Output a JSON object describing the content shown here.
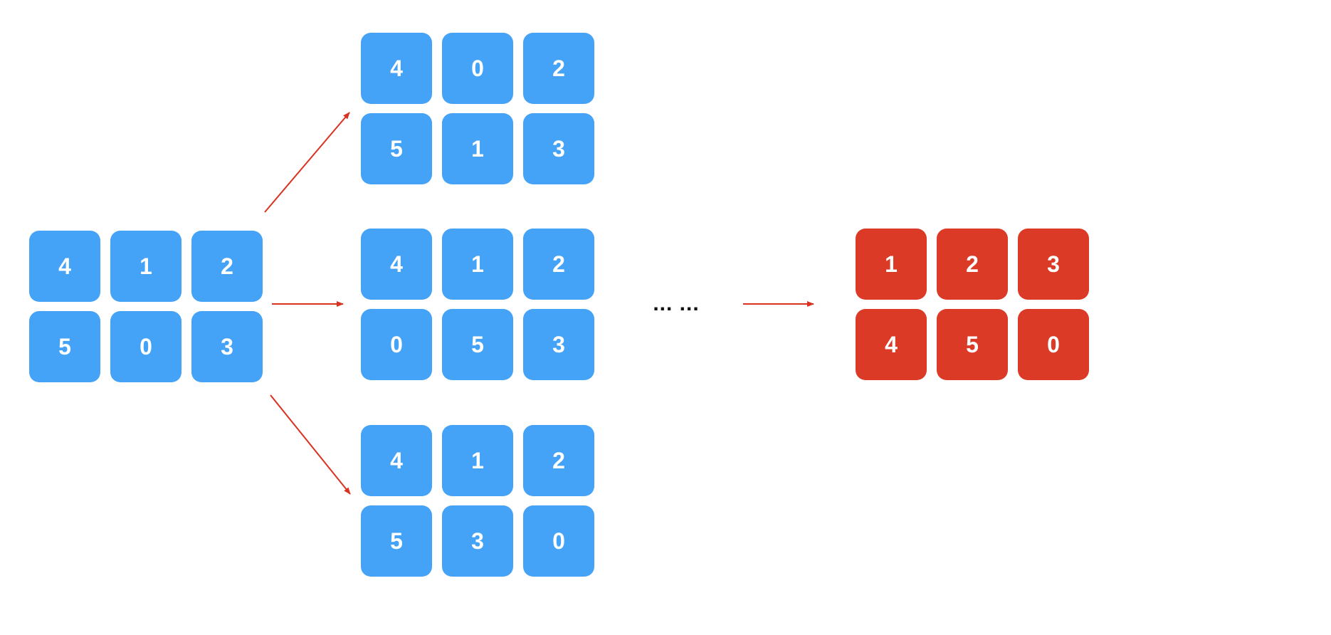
{
  "colors": {
    "state_tile": "#44a2f7",
    "goal_tile": "#db3a27",
    "arrow": "#d9321f",
    "tile_text": "#ffffff"
  },
  "grids": {
    "start": {
      "rows": [
        [
          "4",
          "1",
          "2"
        ],
        [
          "5",
          "0",
          "3"
        ]
      ]
    },
    "move_up": {
      "rows": [
        [
          "4",
          "0",
          "2"
        ],
        [
          "5",
          "1",
          "3"
        ]
      ]
    },
    "move_left": {
      "rows": [
        [
          "4",
          "1",
          "2"
        ],
        [
          "0",
          "5",
          "3"
        ]
      ]
    },
    "move_down": {
      "rows": [
        [
          "4",
          "1",
          "2"
        ],
        [
          "5",
          "3",
          "0"
        ]
      ]
    },
    "goal": {
      "rows": [
        [
          "1",
          "2",
          "3"
        ],
        [
          "4",
          "5",
          "0"
        ]
      ]
    }
  },
  "ellipsis": "... ..."
}
